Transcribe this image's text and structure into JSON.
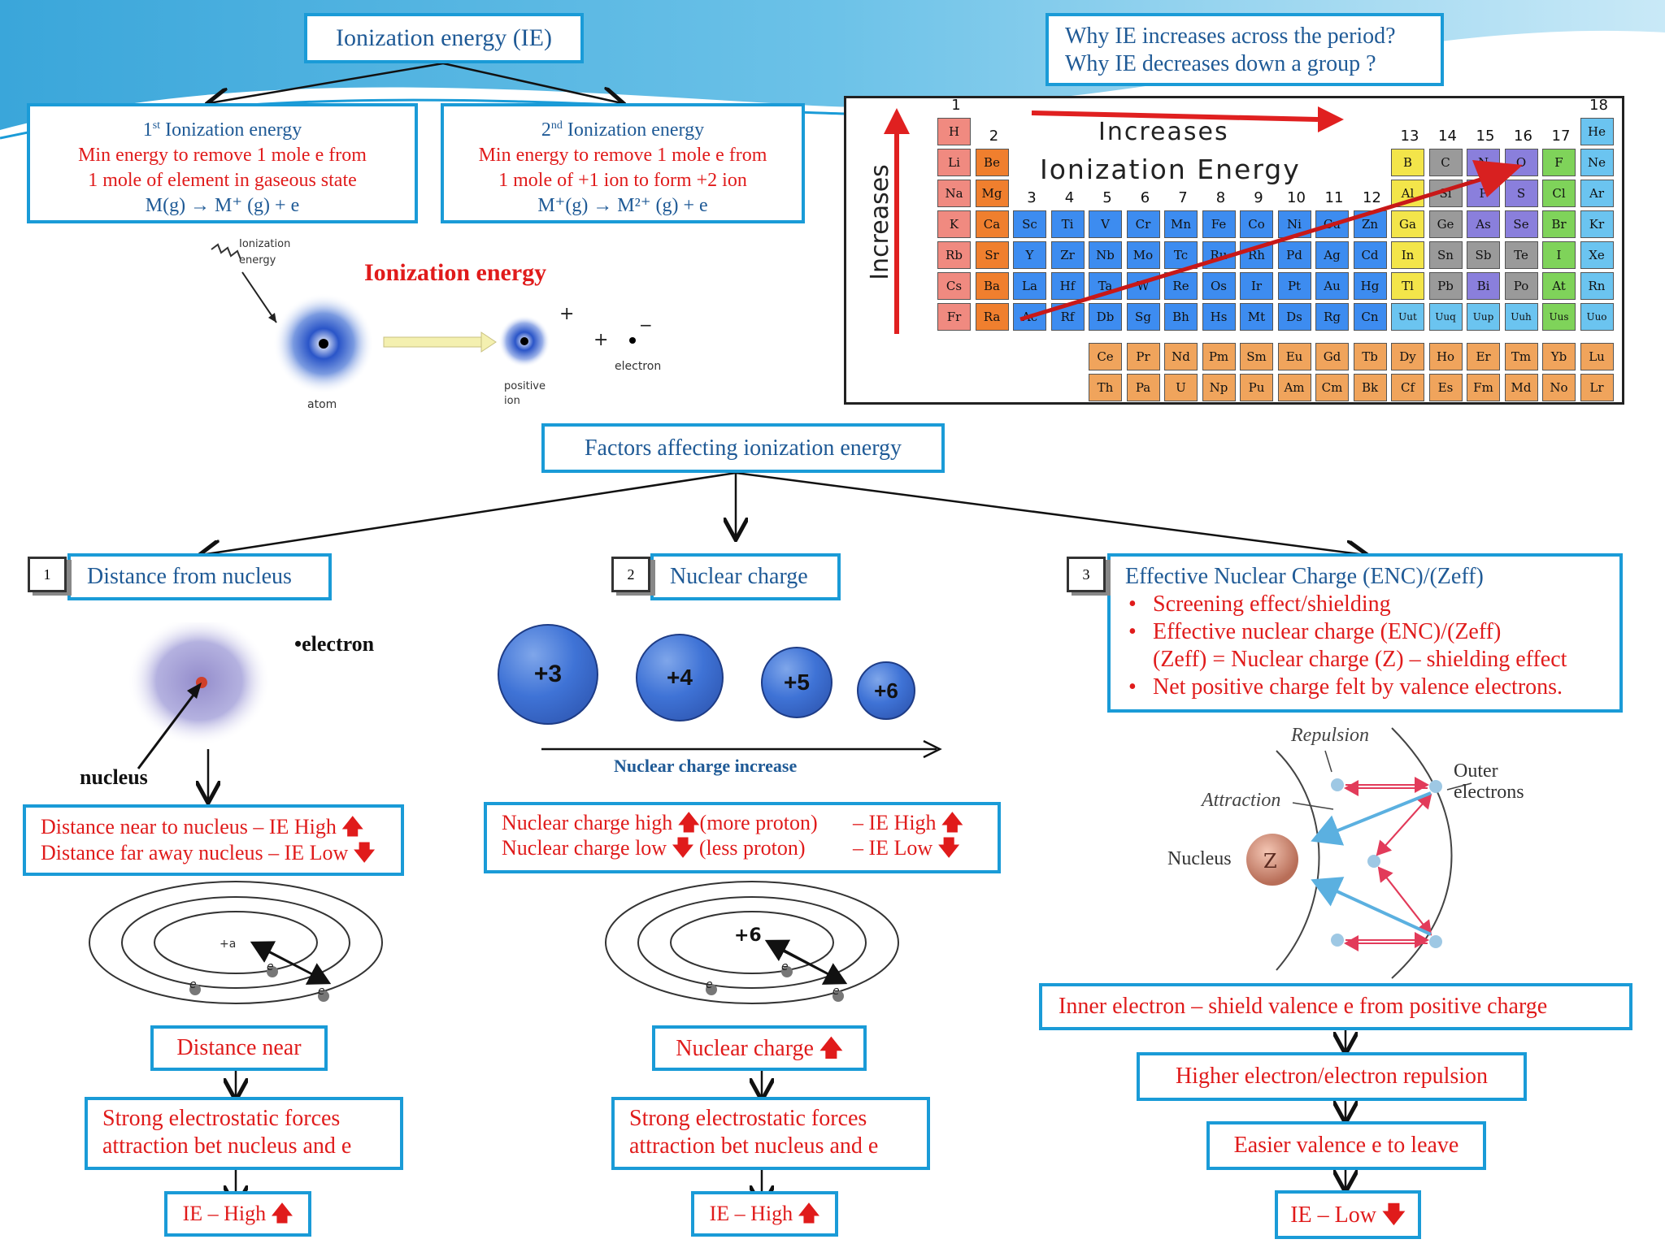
{
  "title": "Ionization energy (IE)",
  "question": {
    "line1": "Why IE increases across the period?",
    "line2": "Why IE decreases down a group ?"
  },
  "first_ie": {
    "heading_pre": "1",
    "heading_sup": "st",
    "heading_post": " Ionization energy",
    "line1": "Min energy to remove 1 mole e from",
    "line2": "1 mole of element in gaseous state",
    "equation": "M(g) → M⁺ (g)  + e"
  },
  "second_ie": {
    "heading_pre": "2",
    "heading_sup": "nd",
    "heading_post": " Ionization energy",
    "line1": "Min energy to remove 1 mole e from",
    "line2": "1 mole of +1 ion to form +2 ion",
    "equation": "M⁺(g) → M²⁺ (g)  + e"
  },
  "ie_illustration": {
    "title": "Ionization energy",
    "label_ie_1": "Ionization",
    "label_ie_2": "energy",
    "label_atom": "atom",
    "label_positive_1": "positive",
    "label_positive_2": "ion",
    "label_electron": "electron",
    "plus": "+",
    "minus": "−"
  },
  "periodic_table": {
    "top_label": "Increases",
    "main_label_1": "Ionization Energy",
    "side_label": "Increases",
    "group_numbers": [
      "1",
      "2",
      "3",
      "4",
      "5",
      "6",
      "7",
      "8",
      "9",
      "10",
      "11",
      "12",
      "13",
      "14",
      "15",
      "16",
      "17",
      "18"
    ],
    "rows": [
      [
        "H",
        "",
        "",
        "",
        "",
        "",
        "",
        "",
        "",
        "",
        "",
        "",
        "",
        "",
        "",
        "",
        "",
        "He"
      ],
      [
        "Li",
        "Be",
        "",
        "",
        "",
        "",
        "",
        "",
        "",
        "",
        "",
        "",
        "B",
        "C",
        "N",
        "O",
        "F",
        "Ne"
      ],
      [
        "Na",
        "Mg",
        "",
        "",
        "",
        "",
        "",
        "",
        "",
        "",
        "",
        "",
        "Al",
        "Si",
        "P",
        "S",
        "Cl",
        "Ar"
      ],
      [
        "K",
        "Ca",
        "Sc",
        "Ti",
        "V",
        "Cr",
        "Mn",
        "Fe",
        "Co",
        "Ni",
        "Cu",
        "Zn",
        "Ga",
        "Ge",
        "As",
        "Se",
        "Br",
        "Kr"
      ],
      [
        "Rb",
        "Sr",
        "Y",
        "Zr",
        "Nb",
        "Mo",
        "Tc",
        "Ru",
        "Rh",
        "Pd",
        "Ag",
        "Cd",
        "In",
        "Sn",
        "Sb",
        "Te",
        "I",
        "Xe"
      ],
      [
        "Cs",
        "Ba",
        "La",
        "Hf",
        "Ta",
        "W",
        "Re",
        "Os",
        "Ir",
        "Pt",
        "Au",
        "Hg",
        "Tl",
        "Pb",
        "Bi",
        "Po",
        "At",
        "Rn"
      ],
      [
        "Fr",
        "Ra",
        "Ac",
        "Rf",
        "Db",
        "Sg",
        "Bh",
        "Hs",
        "Mt",
        "Ds",
        "Rg",
        "Cn",
        "Uut",
        "Uuq",
        "Uup",
        "Uuh",
        "Uus",
        "Uuo"
      ]
    ],
    "lanthanides": [
      "Ce",
      "Pr",
      "Nd",
      "Pm",
      "Sm",
      "Eu",
      "Gd",
      "Tb",
      "Dy",
      "Ho",
      "Er",
      "Tm",
      "Yb",
      "Lu"
    ],
    "actinides": [
      "Th",
      "Pa",
      "U",
      "Np",
      "Pu",
      "Am",
      "Cm",
      "Bk",
      "Cf",
      "Es",
      "Fm",
      "Md",
      "No",
      "Lr"
    ],
    "colors": {
      "s_block": "#f08a80",
      "s_block2": "#f07f2e",
      "d_block": "#3d8cf0",
      "p_yellow": "#f3e54a",
      "p_grey": "#9a9a9a",
      "p_purple": "#8a7fdc",
      "p_green": "#7fd35a",
      "noble": "#6bc4f0",
      "f_block": "#f0a45c"
    }
  },
  "factors_title": "Factors affecting ionization energy",
  "factor1": {
    "number": "1",
    "title": "Distance from nucleus",
    "label_electron": "•electron",
    "label_nucleus": "nucleus",
    "near_text": "Distance near to nucleus – IE High",
    "far_text": "Distance far away nucleus – IE Low",
    "orbit_center": "+a",
    "electron": "e",
    "step1": "Distance near",
    "step2_line1": "Strong electrostatic forces",
    "step2_line2": "attraction bet nucleus and e",
    "step3": "IE – High"
  },
  "factor2": {
    "number": "2",
    "title": "Nuclear charge",
    "charges": [
      "+3",
      "+4",
      "+5",
      "+6"
    ],
    "axis_label": "Nuclear charge increase",
    "high_text": "Nuclear charge high",
    "high_paren": "(more proton)",
    "high_ie": "– IE High",
    "low_text": "Nuclear charge low",
    "low_paren": "(less proton)",
    "low_ie": "– IE Low",
    "orbit_center": "+6",
    "electron": "e",
    "step1": "Nuclear charge",
    "step2_line1": "Strong electrostatic forces",
    "step2_line2": "attraction bet nucleus and e",
    "step3": "IE – High"
  },
  "factor3": {
    "number": "3",
    "title": "Effective Nuclear Charge (ENC)/(Zeff)",
    "bullets": [
      "Screening effect/shielding",
      "Effective nuclear charge (ENC)/(Zeff)",
      "Net positive charge felt by valence electrons."
    ],
    "formula": "(Zeff) = Nuclear charge (Z) – shielding effect",
    "label_repulsion": "Repulsion",
    "label_outer_1": "Outer",
    "label_outer_2": "electrons",
    "label_attraction": "Attraction",
    "label_nucleus": "Nucleus",
    "label_z": "Z",
    "step1": "Inner electron – shield valence e from positive charge",
    "step2": "Higher electron/electron repulsion",
    "step3": "Easier valence e to leave",
    "step4": "IE – Low"
  },
  "arrows": {
    "up": "🡅",
    "down": "🡇"
  }
}
